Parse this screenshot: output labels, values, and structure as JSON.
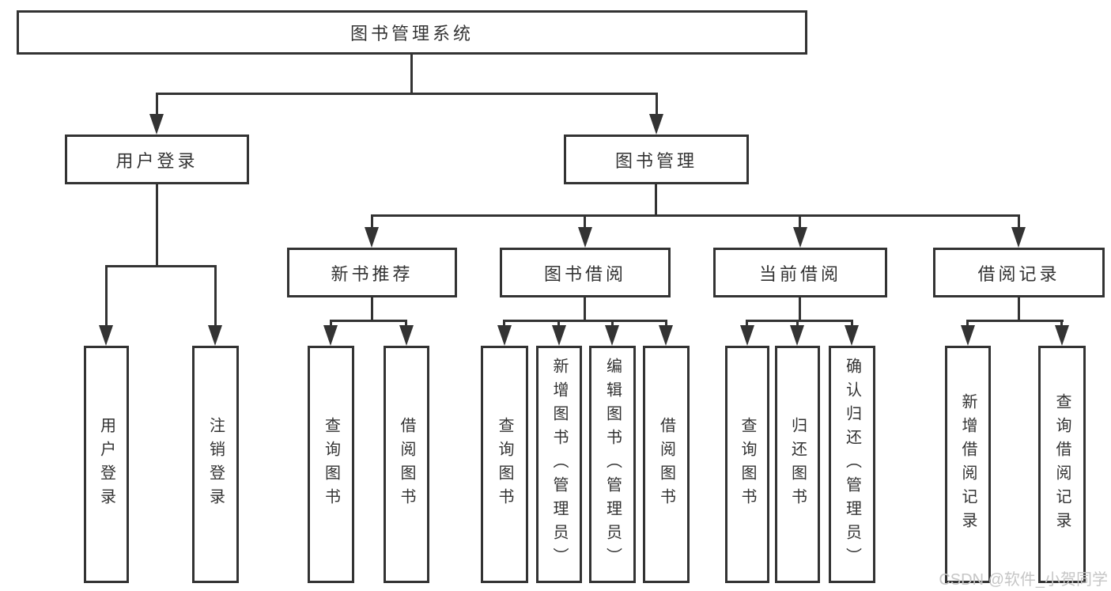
{
  "diagram": {
    "type": "tree",
    "title": "图书管理系统",
    "children": [
      {
        "label": "用户登录",
        "children": [
          {
            "label": "用户登录"
          },
          {
            "label": "注销登录"
          }
        ]
      },
      {
        "label": "图书管理",
        "children": [
          {
            "label": "新书推荐",
            "children": [
              {
                "label": "查询图书"
              },
              {
                "label": "借阅图书"
              }
            ]
          },
          {
            "label": "图书借阅",
            "children": [
              {
                "label": "查询图书"
              },
              {
                "label": "新增图书（管理员）"
              },
              {
                "label": "编辑图书（管理员）"
              },
              {
                "label": "借阅图书"
              }
            ]
          },
          {
            "label": "当前借阅",
            "children": [
              {
                "label": "查询图书"
              },
              {
                "label": "归还图书"
              },
              {
                "label": "确认归还（管理员）"
              }
            ]
          },
          {
            "label": "借阅记录",
            "children": [
              {
                "label": "新增借阅记录"
              },
              {
                "label": "查询借阅记录"
              }
            ]
          }
        ]
      }
    ]
  },
  "watermark": {
    "text": "CSDN @软件_小贺同学"
  },
  "colors": {
    "line": "#333333",
    "text": "#333333",
    "watermark": "#c6c6c6",
    "background": "#ffffff"
  }
}
